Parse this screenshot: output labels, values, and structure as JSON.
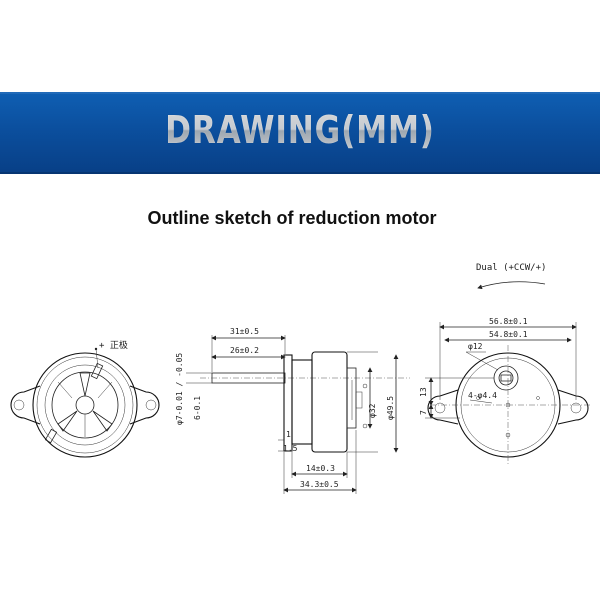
{
  "banner": {
    "title": "DRAWING(MM)"
  },
  "subtitle": "Outline sketch of reduction motor",
  "left_view": {
    "polarity_label": "+ 正极"
  },
  "side_view": {
    "dim_31": "31±0.5",
    "dim_26": "26±0.2",
    "dim_shaft_dia": "φ7-0.01 / -0.05",
    "dim_shaft_flat": "6-0.1",
    "dim_1": "1",
    "dim_1_5": "1.5",
    "dim_14": "14±0.3",
    "dim_34_3": "34.3±0.5",
    "dim_phi32": "φ32",
    "dim_phi49_5": "φ49.5"
  },
  "front_view": {
    "direction": "Dual (+CCW/+)",
    "dim_56_8": "56.8±0.1",
    "dim_54_8": "54.8±0.1",
    "dim_phi12": "φ12",
    "dim_13": "13",
    "dim_7": "7",
    "dim_holes": "4-φ4.4"
  }
}
